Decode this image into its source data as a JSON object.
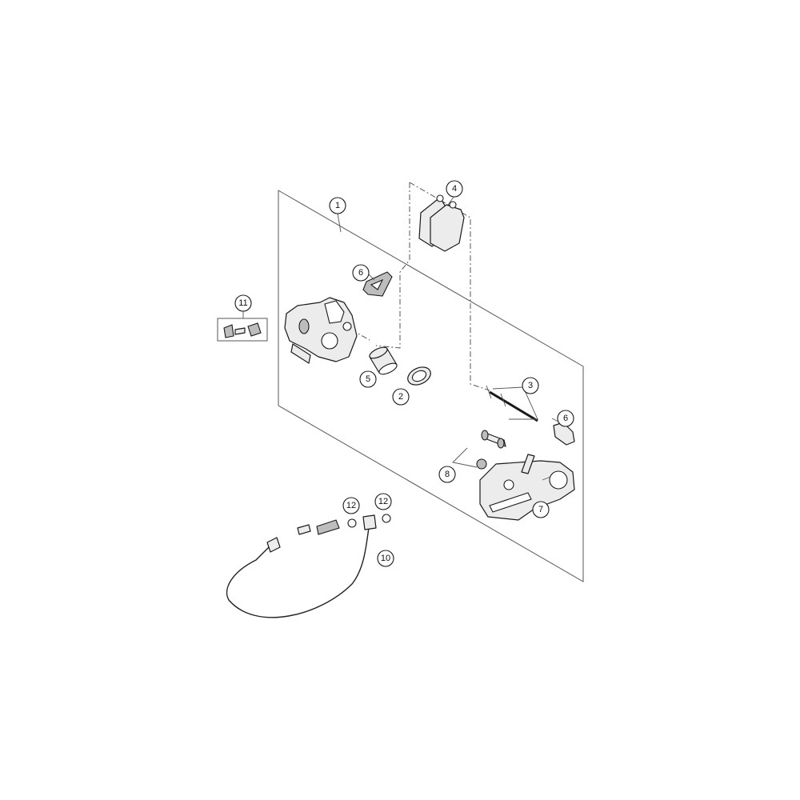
{
  "callouts": {
    "c1": "1",
    "c2": "2",
    "c3": "3",
    "c4": "4",
    "c5": "5",
    "c6a": "6",
    "c6b": "6",
    "c7": "7",
    "c8": "8",
    "c10": "10",
    "c11": "11",
    "c12a": "12",
    "c12b": "12"
  }
}
